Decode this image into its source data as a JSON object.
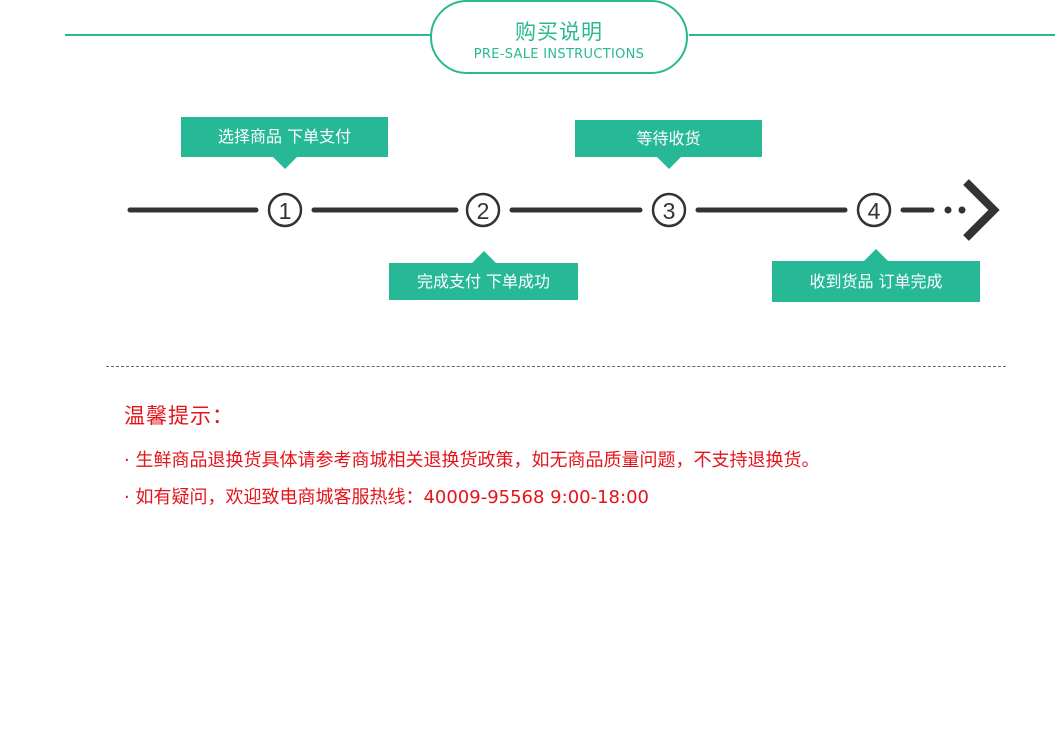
{
  "header": {
    "title_cn": "购买说明",
    "title_en": "PRE-SALE INSTRUCTIONS"
  },
  "steps": [
    {
      "number": "1",
      "label": "选择商品  下单支付"
    },
    {
      "number": "2",
      "label": "完成支付 下单成功"
    },
    {
      "number": "3",
      "label": "等待收货"
    },
    {
      "number": "4",
      "label": "收到货品  订单完成"
    }
  ],
  "notes": {
    "title": "温馨提示：",
    "lines": [
      "· 生鲜商品退换货具体请参考商城相关退换货政策，如无商品质量问题，不支持退换货。",
      "· 如有疑问，欢迎致电商城客服热线：40009-95568  9:00-18:00"
    ]
  },
  "colors": {
    "accent": "#2ab893",
    "callout": "#27b996",
    "line": "#333333",
    "notes": "#e4141b"
  }
}
